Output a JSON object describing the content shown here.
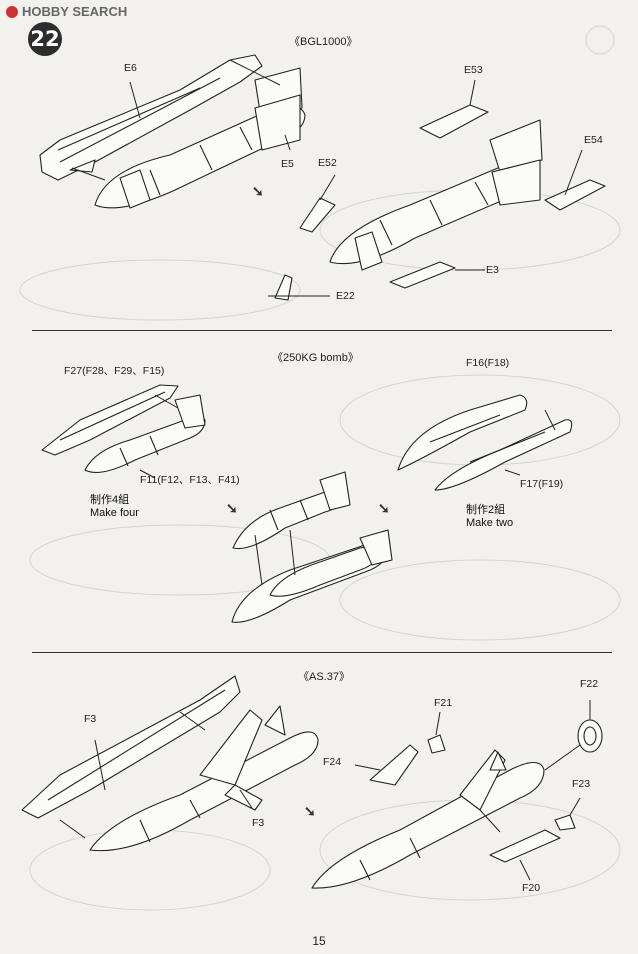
{
  "watermark": "HOBBY SEARCH",
  "step_number": "22",
  "page_number": "15",
  "sections": {
    "bgl": {
      "title": "《BGL1000》",
      "labels": {
        "e6": "E6",
        "e5": "E5",
        "e53": "E53",
        "e52": "E52",
        "e54": "E54",
        "e3": "E3",
        "e22": "E22"
      }
    },
    "bomb250": {
      "title": "《250KG bomb》",
      "labels": {
        "f27": "F27(F28、F29、F15)",
        "f11": "F11(F12、F13、F41)",
        "f16": "F16(F18)",
        "f17": "F17(F19)"
      },
      "make_four_cn": "制作4組",
      "make_four_en": "Make four",
      "make_two_cn": "制作2組",
      "make_two_en": "Make two"
    },
    "as37": {
      "title": "《AS.37》",
      "labels": {
        "f3a": "F3",
        "f3b": "F3",
        "f21": "F21",
        "f22": "F22",
        "f24": "F24",
        "f23": "F23",
        "f20": "F20"
      }
    }
  }
}
